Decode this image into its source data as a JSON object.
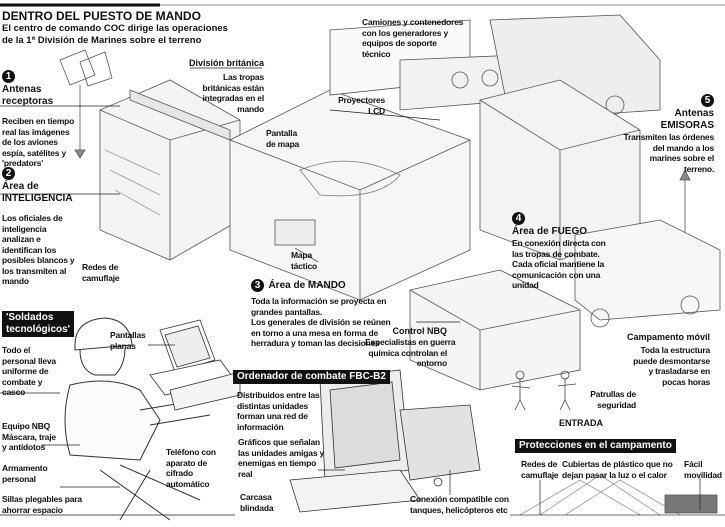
{
  "header": {
    "title": "DENTRO DEL PUESTO DE MANDO",
    "subtitle_line1": "El centro de comando COC dirige las operaciones",
    "subtitle_line2": "de la 1ª División de Marines sobre el terreno"
  },
  "sections": {
    "antenas_receptoras": {
      "number": "1",
      "title_line1": "Antenas",
      "title_line2": "receptoras",
      "body": [
        "Reciben en tiempo",
        "real las imágenes",
        "de los aviones",
        "espía, satélites y",
        "'predators'"
      ]
    },
    "inteligencia": {
      "number": "2",
      "title_line1": "Área de",
      "title_line2": "INTELIGENCIA",
      "body": [
        "Los oficiales de",
        "inteligencia",
        "analizan e",
        "identifican los",
        "posibles blancos y",
        "los transmiten al",
        "mando"
      ]
    },
    "mando": {
      "number": "3",
      "title": "Área de MANDO",
      "body": [
        "Toda la información se proyecta en",
        "grandes pantallas.",
        "Los generales de división se reúnen",
        "en torno a una mesa en forma de",
        "herradura y toman las decisiones"
      ]
    },
    "fuego": {
      "number": "4",
      "title": "Área de FUEGO",
      "body": [
        "En conexión directa con",
        "las tropas de combate.",
        "Cada oficial mantiene la",
        "comunicación con una",
        "unidad"
      ]
    },
    "emisoras": {
      "number": "5",
      "title_line1": "Antenas",
      "title_line2": "EMISORAS",
      "body": [
        "Transmiten las órdenes",
        "del mando a los",
        "marines sobre el",
        "terreno."
      ]
    }
  },
  "labels": {
    "division_britanica": {
      "title": "División británica",
      "body": [
        "Las tropas",
        "británicas están",
        "integradas en el",
        "mando"
      ]
    },
    "camiones": [
      "Camiones y contenedores",
      "con los generadores y",
      "equipos de soporte",
      "técnico"
    ],
    "proyectores": [
      "Proyectores",
      "LCD"
    ],
    "pantalla_mapa": [
      "Pantalla",
      "de mapa"
    ],
    "redes_camuflaje": [
      "Redes de",
      "camuflaje"
    ],
    "mapa_tactico": [
      "Mapa",
      "táctico"
    ],
    "control_nbq": {
      "title": "Control NBQ",
      "body": [
        "Especialistas en guerra",
        "química controlan el",
        "entorno"
      ]
    },
    "campamento_movil": {
      "title": "Campamento móvil",
      "body": [
        "Toda la estructura",
        "puede desmontarse",
        "y trasladarse en",
        "pocas horas"
      ]
    },
    "patrullas": [
      "Patrullas de",
      "seguridad"
    ],
    "entrada": "ENTRADA"
  },
  "soldados": {
    "title_line1": "'Soldados",
    "title_line2": "tecnológicos'",
    "uniforme": [
      "Todo el",
      "personal lleva",
      "uniforme de",
      "combate y",
      "casco"
    ],
    "pantallas": [
      "Pantallas",
      "planas"
    ],
    "nbq": [
      "Equipo NBQ",
      "Máscara, traje",
      "y antídotos"
    ],
    "armamento": [
      "Armamento",
      "personal"
    ],
    "sillas": [
      "Sillas plegables para",
      "ahorrar espacio"
    ],
    "telefono": [
      "Teléfono con",
      "aparato de",
      "cifrado",
      "automático"
    ]
  },
  "ordenador": {
    "title": "Ordenador de combate FBC-B2",
    "red": [
      "Distribuidos entre las",
      "distintas unidades",
      "forman una red de",
      "información"
    ],
    "graficos": [
      "Gráficos que señalan",
      "las unidades amigas y",
      "enemigas en tiempo",
      "real"
    ],
    "carcasa": [
      "Carcasa",
      "blindada"
    ],
    "conexion": [
      "Conexión compatible con",
      "tanques, helicópteros etc"
    ]
  },
  "protecciones": {
    "title": "Protecciones en el campamento",
    "redes": [
      "Redes de",
      "camuflaje"
    ],
    "cubiertas": [
      "Cubiertas de plástico que no",
      "dejan pasar la luz o el calor"
    ],
    "movilidad": [
      "Fácil",
      "movilidad"
    ]
  }
}
